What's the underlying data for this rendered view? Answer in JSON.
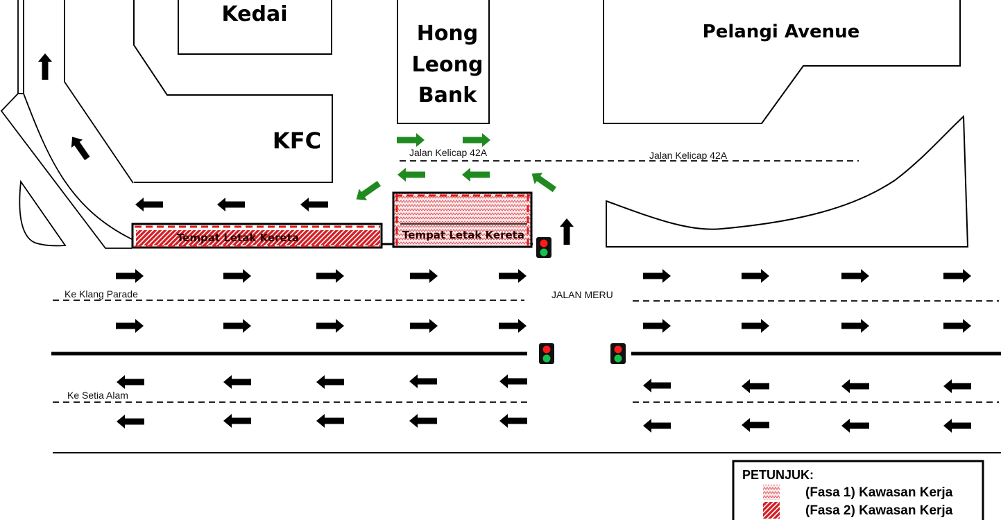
{
  "buildings": {
    "kedai": "Kedai",
    "hong_leong_bank": [
      "Hong",
      "Leong",
      "Bank"
    ],
    "kfc": "KFC",
    "pelangi_avenue": "Pelangi Avenue"
  },
  "roads": {
    "jalan_kelicap_left": "Jalan Kelicap 42A",
    "jalan_kelicap_right": "Jalan Kelicap 42A",
    "jalan_meru": "JALAN MERU",
    "ke_klang_parade": "Ke Klang Parade",
    "ke_setia_alam": "Ke Setia Alam"
  },
  "work_zones": {
    "zone_phase2_label": "Tempat Letak Kereta",
    "zone_phase1_label": "Tempat Letak Kereta"
  },
  "legend": {
    "title": "PETUNJUK:",
    "items": [
      {
        "label": "(Fasa 1) Kawasan Kerja",
        "pattern": "zigzag"
      },
      {
        "label": "(Fasa 2) Kawasan Kerja",
        "pattern": "diagonal"
      }
    ]
  },
  "colors": {
    "work_zone_red": "#e01b1b",
    "flow_arrow_green": "#1f8a1f",
    "traffic_red": "#ff1a1a",
    "traffic_green": "#17c04a"
  }
}
